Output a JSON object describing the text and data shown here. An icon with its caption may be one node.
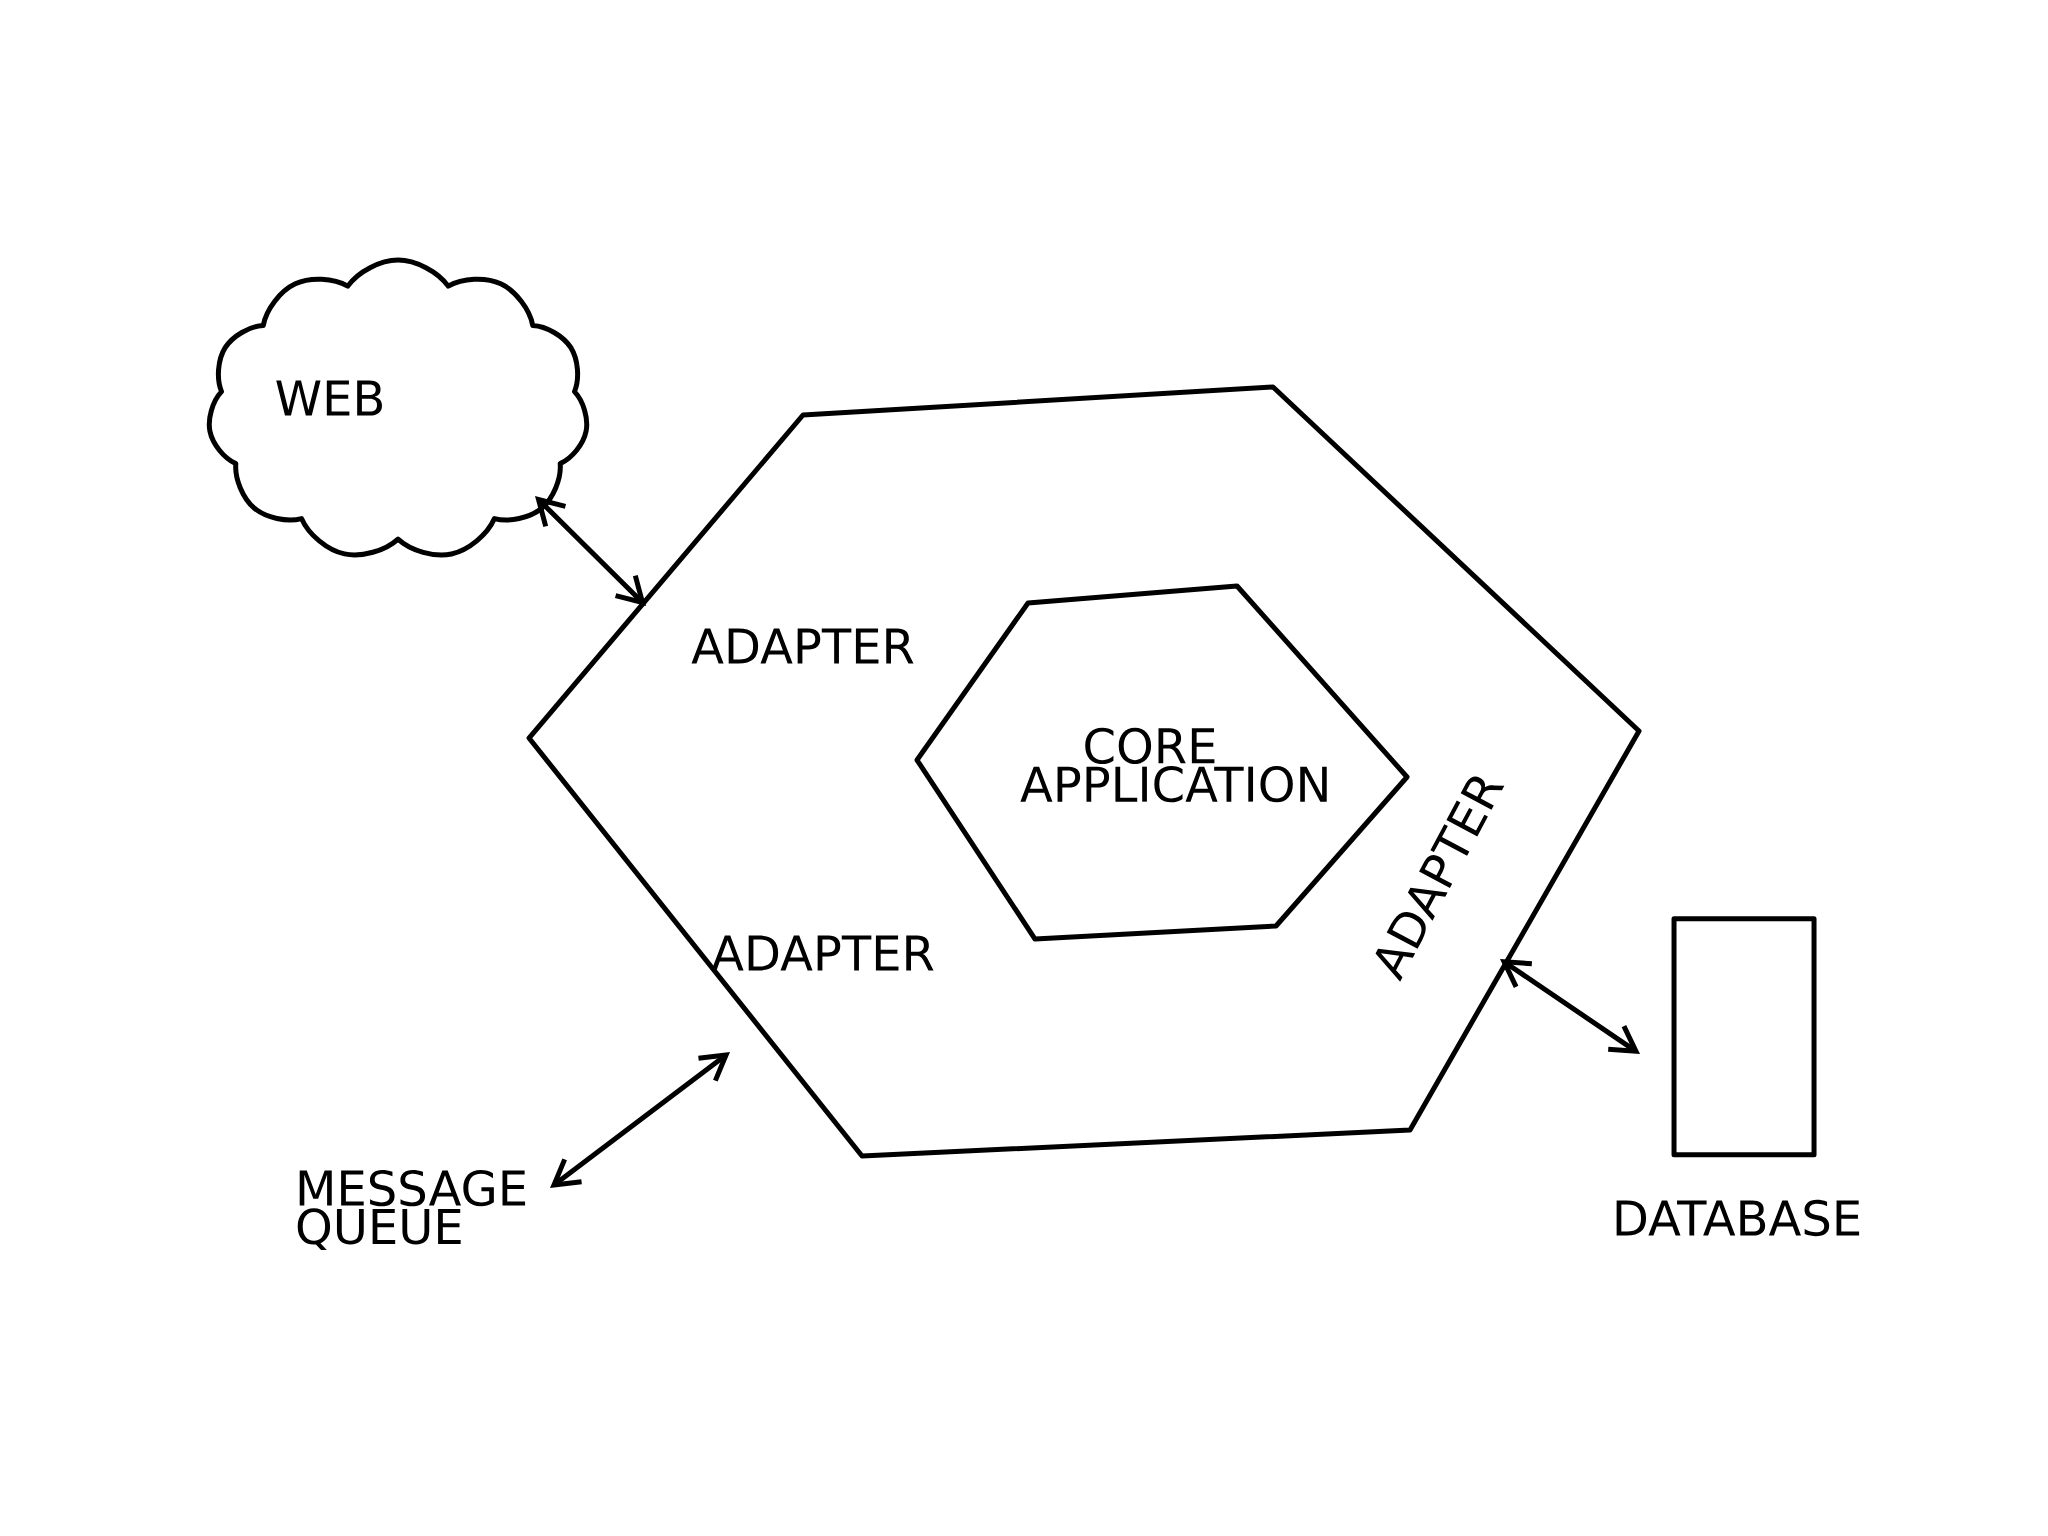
{
  "diagram": {
    "nodes": [
      {
        "text": [
          "WEB"
        ]
      },
      {
        "text": [
          "ADAPTER",
          "ADAPTER",
          "ADAPTER"
        ]
      },
      {
        "text": [
          "CORE APPLICATION"
        ],
        "in": 1
      },
      {
        "text": [
          "MESSAGE QUEUE"
        ]
      },
      {
        "text": [
          "DATABASE"
        ]
      }
    ],
    "edges": [
      {
        "from": 0,
        "to": 1,
        "arrow": "both"
      },
      {
        "from": 3,
        "to": 1,
        "arrow": "both"
      },
      {
        "from": 4,
        "to": 1,
        "arrow": "both"
      }
    ]
  }
}
